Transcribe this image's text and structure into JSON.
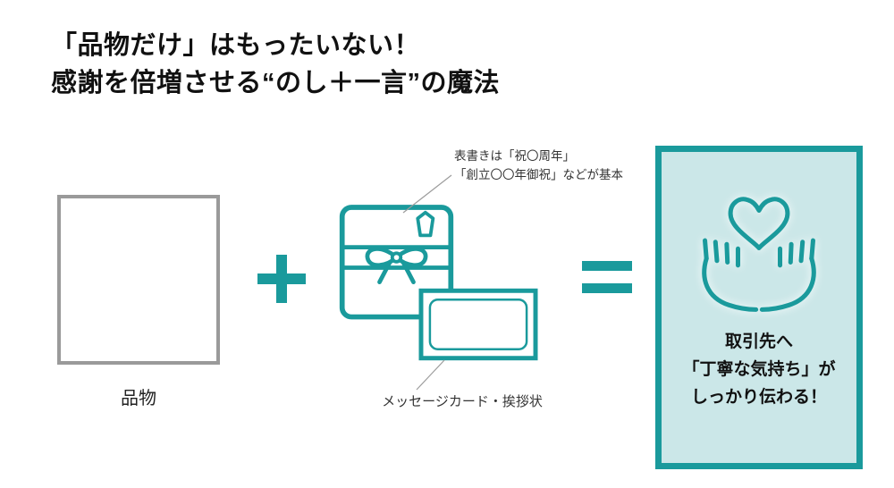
{
  "title": {
    "line1": "「品物だけ」はもったいない！",
    "line2": "感謝を倍増させる“のし＋一言”の魔法"
  },
  "diagram": {
    "item": {
      "label": "品物"
    },
    "operators": {
      "plus": "+",
      "equals": "="
    },
    "noshi_annotation": {
      "line1": "表書きは「祝〇周年」",
      "line2": "「創立〇〇年御祝」などが基本"
    },
    "card_label": "メッセージカード・挨拶状",
    "result": {
      "line1": "取引先へ",
      "line2": "「丁寧な気持ち」が",
      "line3": "しっかり伝わる！"
    }
  },
  "icons": {
    "gift": "noshi-gift-icon",
    "card": "message-card-icon",
    "heart_hands": "heart-in-hands-icon"
  },
  "colors": {
    "teal": "#1a9a9c",
    "teal_light": "#cbe7e8",
    "gray_border": "#9a9a9a"
  }
}
